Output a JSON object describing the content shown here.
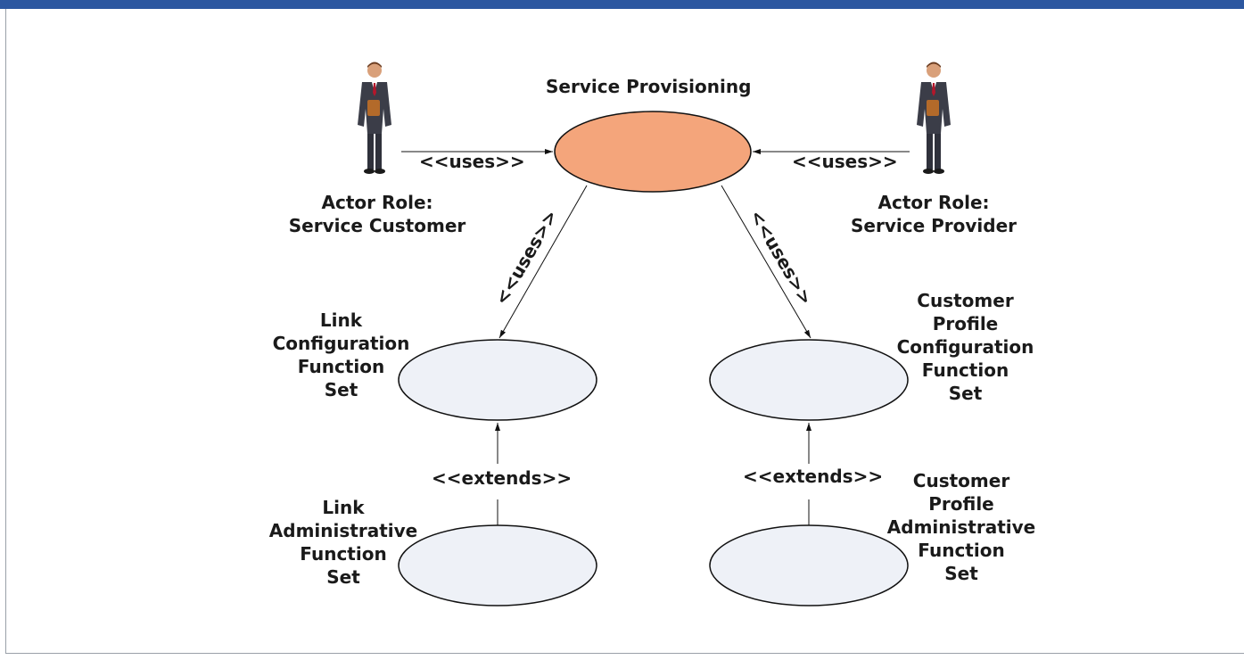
{
  "colors": {
    "top_bar": "#2c57a0",
    "main_usecase_fill": "#f4a57b",
    "sub_usecase_fill": "#eef1f7",
    "stroke": "#111111"
  },
  "main_usecase": {
    "title": "Service Provisioning"
  },
  "actors": [
    {
      "icon": "businessman-icon",
      "lines": [
        "Actor Role:",
        "Service Customer"
      ],
      "relation": "<<uses>>"
    },
    {
      "icon": "businessman-icon",
      "lines": [
        "Actor Role:",
        "Service Provider"
      ],
      "relation": "<<uses>>"
    }
  ],
  "diagonal_relations": [
    "<<uses>>",
    "<<uses>>"
  ],
  "sub_usecases": [
    {
      "lines": [
        "Link",
        "Configuration",
        "Function",
        "Set"
      ]
    },
    {
      "lines": [
        "Customer",
        "Profile",
        "Configuration",
        "Function",
        "Set"
      ]
    },
    {
      "lines": [
        "Link",
        "Administrative",
        "Function",
        "Set"
      ]
    },
    {
      "lines": [
        "Customer",
        "Profile",
        "Administrative",
        "Function",
        "Set"
      ]
    }
  ],
  "extend_relations": [
    "<<extends>>",
    "<<extends>>"
  ]
}
